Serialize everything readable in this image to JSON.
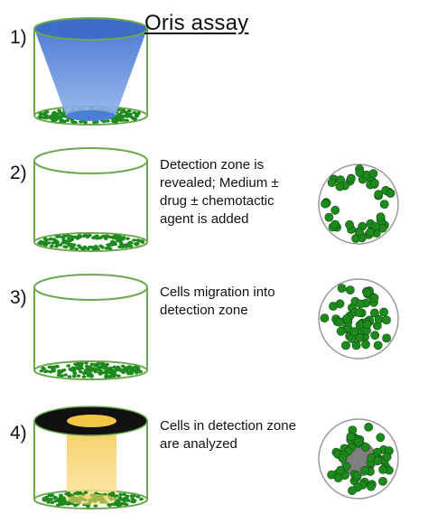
{
  "title": "Oris assay",
  "steps": [
    {
      "number": "1)",
      "description": []
    },
    {
      "number": "2)",
      "description": [
        "Detection  zone is",
        "revealed; Medium ±",
        "drug ± chemotactic",
        "agent is added"
      ]
    },
    {
      "number": "3)",
      "description": [
        "Cells migration  into",
        "detection  zone"
      ]
    },
    {
      "number": "4)",
      "description": [
        "Cells in detection  zone",
        "are analyzed"
      ]
    }
  ],
  "colors": {
    "well_outline": "#6aa84f",
    "cell": "#1e8a1e",
    "cell_outline": "#0d4d0d",
    "stopper_blue": "#4a7fd4",
    "black_mask": "#111111",
    "light_yellow": "#f7d56b",
    "detection_zone_gray": "#7f7f7f"
  }
}
